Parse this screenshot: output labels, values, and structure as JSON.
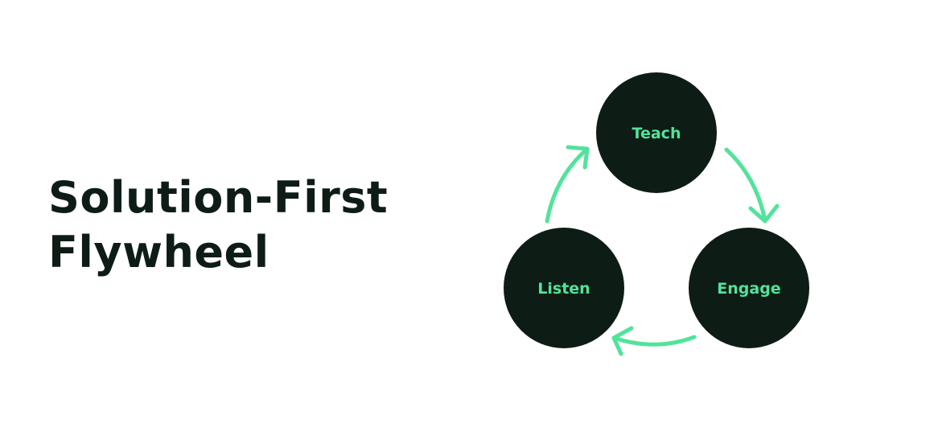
{
  "title": {
    "line1": "Solution-First",
    "line2": "Flywheel"
  },
  "nodes": [
    {
      "label": "Teach"
    },
    {
      "label": "Engage"
    },
    {
      "label": "Listen"
    }
  ],
  "colors": {
    "circle": "#0e1c16",
    "accent": "#52e39b",
    "text": "#0e1c16"
  }
}
